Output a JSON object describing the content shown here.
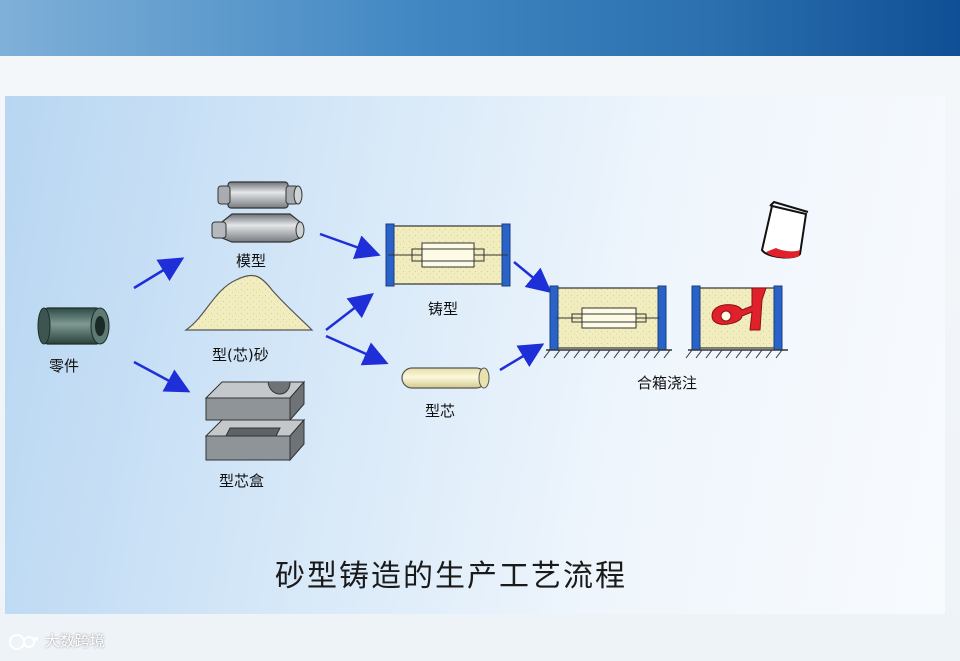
{
  "labels": {
    "part": "零件",
    "pattern": "模型",
    "sand": "型(芯)砂",
    "core_box": "型芯盒",
    "mold": "铸型",
    "core": "型芯",
    "assembly": "合箱浇注"
  },
  "caption": "砂型铸造的生产工艺流程",
  "watermark": "大数跨境",
  "colors": {
    "arrow": "#1f2fd8",
    "flask": "#2a63c8",
    "sand": "#f2edbf",
    "metal": "#e0202a",
    "steel": "#8f9499"
  },
  "icons": [
    "pipe-part-icon",
    "pattern-icon",
    "sand-pile-icon",
    "core-box-icon",
    "mold-icon",
    "core-icon",
    "flask-assembly-icon",
    "pouring-flask-icon",
    "ladle-icon"
  ]
}
